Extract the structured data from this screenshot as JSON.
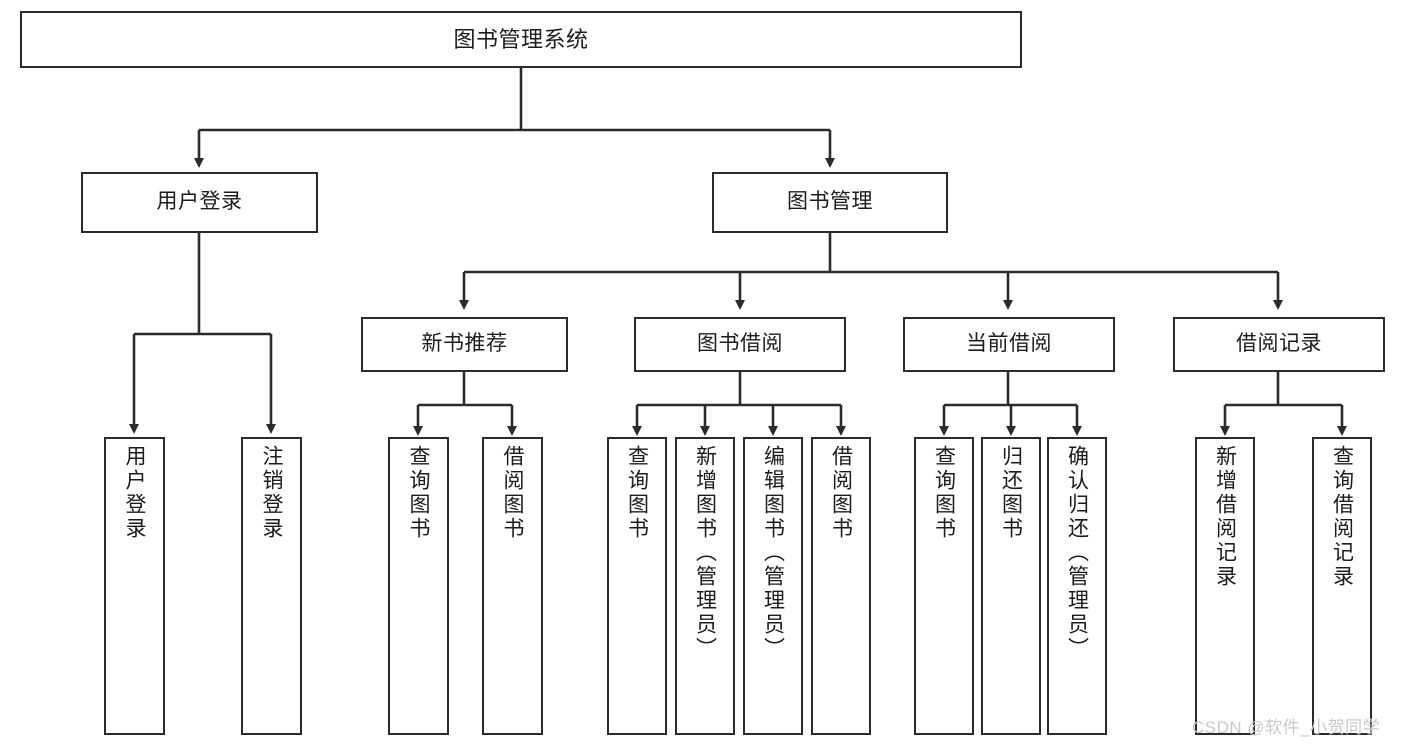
{
  "diagram": {
    "type": "tree-hierarchy",
    "title": "图书管理系统",
    "orientation": "top-down",
    "levels": 4,
    "nodes": {
      "root": {
        "label": "图书管理系统",
        "level": 0,
        "text_direction": "horizontal"
      },
      "user_login": {
        "label": "用户登录",
        "level": 1,
        "text_direction": "horizontal"
      },
      "book_manage": {
        "label": "图书管理",
        "level": 1,
        "text_direction": "horizontal"
      },
      "new_book_rec": {
        "label": "新书推荐",
        "level": 2,
        "text_direction": "horizontal"
      },
      "book_borrow": {
        "label": "图书借阅",
        "level": 2,
        "text_direction": "horizontal"
      },
      "current_borrow": {
        "label": "当前借阅",
        "level": 2,
        "text_direction": "horizontal"
      },
      "borrow_record": {
        "label": "借阅记录",
        "level": 2,
        "text_direction": "horizontal"
      },
      "leaf_user_login": {
        "label": "用户登录",
        "level": 3,
        "text_direction": "vertical"
      },
      "leaf_logout": {
        "label": "注销登录",
        "level": 3,
        "text_direction": "vertical"
      },
      "leaf_query_book_1": {
        "label": "查询图书",
        "level": 3,
        "text_direction": "vertical"
      },
      "leaf_borrow_book_1": {
        "label": "借阅图书",
        "level": 3,
        "text_direction": "vertical"
      },
      "leaf_query_book_2": {
        "label": "查询图书",
        "level": 3,
        "text_direction": "vertical"
      },
      "leaf_add_book": {
        "label": "新增图书（管理员）",
        "level": 3,
        "text_direction": "vertical"
      },
      "leaf_edit_book": {
        "label": "编辑图书（管理员）",
        "level": 3,
        "text_direction": "vertical"
      },
      "leaf_borrow_book_2": {
        "label": "借阅图书",
        "level": 3,
        "text_direction": "vertical"
      },
      "leaf_query_book_3": {
        "label": "查询图书",
        "level": 3,
        "text_direction": "vertical"
      },
      "leaf_return_book": {
        "label": "归还图书",
        "level": 3,
        "text_direction": "vertical"
      },
      "leaf_confirm_return": {
        "label": "确认归还（管理员）",
        "level": 3,
        "text_direction": "vertical"
      },
      "leaf_add_record": {
        "label": "新增借阅记录",
        "level": 3,
        "text_direction": "vertical"
      },
      "leaf_query_record": {
        "label": "查询借阅记录",
        "level": 3,
        "text_direction": "vertical"
      }
    },
    "edges": [
      {
        "from": "root",
        "to": "user_login"
      },
      {
        "from": "root",
        "to": "book_manage"
      },
      {
        "from": "user_login",
        "to": "leaf_user_login"
      },
      {
        "from": "user_login",
        "to": "leaf_logout"
      },
      {
        "from": "book_manage",
        "to": "new_book_rec"
      },
      {
        "from": "book_manage",
        "to": "book_borrow"
      },
      {
        "from": "book_manage",
        "to": "current_borrow"
      },
      {
        "from": "book_manage",
        "to": "borrow_record"
      },
      {
        "from": "new_book_rec",
        "to": "leaf_query_book_1"
      },
      {
        "from": "new_book_rec",
        "to": "leaf_borrow_book_1"
      },
      {
        "from": "book_borrow",
        "to": "leaf_query_book_2"
      },
      {
        "from": "book_borrow",
        "to": "leaf_add_book"
      },
      {
        "from": "book_borrow",
        "to": "leaf_edit_book"
      },
      {
        "from": "book_borrow",
        "to": "leaf_borrow_book_2"
      },
      {
        "from": "current_borrow",
        "to": "leaf_query_book_3"
      },
      {
        "from": "current_borrow",
        "to": "leaf_return_book"
      },
      {
        "from": "current_borrow",
        "to": "leaf_confirm_return"
      },
      {
        "from": "borrow_record",
        "to": "leaf_add_record"
      },
      {
        "from": "borrow_record",
        "to": "leaf_query_record"
      }
    ],
    "colors": {
      "border": "#2b2b2b",
      "background": "#ffffff",
      "text": "#1c1c1c",
      "edge": "#2b2b2b",
      "watermark": "#c9c9c9"
    }
  },
  "watermark": {
    "text": "CSDN @软件_小贺同学"
  }
}
